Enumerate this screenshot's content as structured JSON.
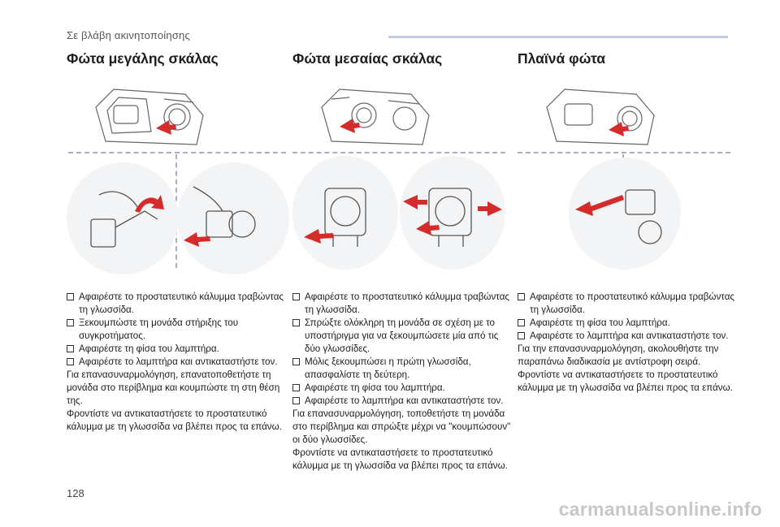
{
  "header": {
    "section": "Σε βλάβη ακινητοποίησης"
  },
  "columns": [
    {
      "title": "Φώτα μεγάλης σκάλας",
      "steps": [
        "Αφαιρέστε το προστατευτικό κάλυμμα τραβώντας τη γλωσσίδα.",
        "Ξεκουμπώστε τη μονάδα στήριξης του συγκροτήματος.",
        "Αφαιρέστε τη φίσα του λαμπτήρα.",
        "Αφαιρέστε το λαμπτήρα και αντικαταστήστε τον."
      ],
      "notes": [
        "Για επανασυναρμολόγηση, επανατοποθετήστε τη μονάδα στο περίβλημα και κουμπώστε τη στη θέση της.",
        "Φροντίστε να αντικαταστήσετε το προστατευτικό κάλυμμα με τη γλωσσίδα να βλέπει προς τα επάνω."
      ]
    },
    {
      "title": "Φώτα μεσαίας σκάλας",
      "steps": [
        "Αφαιρέστε το προστατευτικό κάλυμμα τραβώντας τη γλωσσίδα.",
        "Σπρώξτε ολόκληρη τη μονάδα σε σχέση με το υποστήριγμα για να ξεκουμπώσετε μία από τις δύο γλωσσίδες.",
        "Μόλις ξεκουμπώσει η πρώτη γλωσσίδα, απασφαλίστε τη δεύτερη.",
        "Αφαιρέστε τη φίσα του λαμπτήρα.",
        "Αφαιρέστε το λαμπτήρα και αντικαταστήστε τον."
      ],
      "notes": [
        "Για επανασυναρμολόγηση, τοποθετήστε τη μονάδα στο περίβλημα και σπρώξτε μέχρι να \"κουμπώσουν\" οι δύο γλωσσίδες.",
        "Φροντίστε να αντικαταστήσετε το προστατευτικό κάλυμμα με τη γλωσσίδα να βλέπει προς τα επάνω."
      ]
    },
    {
      "title": "Πλαϊνά φώτα",
      "steps": [
        "Αφαιρέστε το προστατευτικό κάλυμμα τραβώντας τη γλωσσίδα.",
        "Αφαιρέστε τη φίσα του λαμπτήρα.",
        "Αφαιρέστε το λαμπτήρα και αντικαταστήστε τον."
      ],
      "notes": [
        "Για την επανασυναρμολόγηση, ακολουθήστε την παραπάνω διαδικασία με αντίστροφη σειρά.",
        "Φροντίστε να αντικαταστήσετε το προστατευτικό κάλυμμα με τη γλωσσίδα να βλέπει προς τα επάνω."
      ]
    }
  ],
  "colors": {
    "arrow": "#d62b2b",
    "line": "#5a5a5a",
    "dash": "#a9adc4"
  },
  "footer": {
    "page_number": "128",
    "watermark": "carmanualsonline.info"
  }
}
